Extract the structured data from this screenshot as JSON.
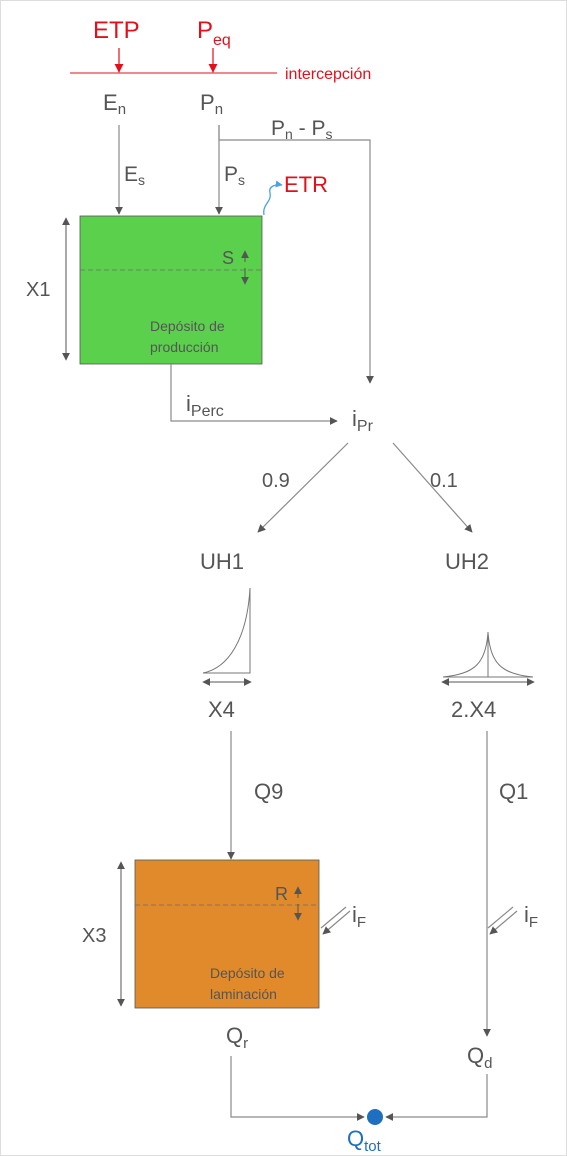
{
  "inputs": {
    "etp": "ETP",
    "peq_main": "P",
    "peq_sub": "eq"
  },
  "interception": "intercepción",
  "en": {
    "main": "E",
    "sub": "n"
  },
  "pn": {
    "main": "P",
    "sub": "n"
  },
  "pn_minus_ps": {
    "a_main": "P",
    "a_sub": "n",
    "sep": " - ",
    "b_main": "P",
    "b_sub": "s"
  },
  "es": {
    "main": "E",
    "sub": "s"
  },
  "ps": {
    "main": "P",
    "sub": "s"
  },
  "etr": "ETR",
  "production_store": {
    "x_label": "X1",
    "s_label": "S",
    "line1": "Depósito de",
    "line2": "producción",
    "color": "#5ad04c"
  },
  "perc": {
    "main": "i",
    "sub": "Perc"
  },
  "pr": {
    "main": "i",
    "sub": "Pr"
  },
  "split": {
    "left": "0.9",
    "right": "0.1"
  },
  "uh1": {
    "label": "UH1",
    "param": "X4"
  },
  "uh2": {
    "label": "UH2",
    "param": "2.X4"
  },
  "q9": "Q9",
  "q1": "Q1",
  "routing_store": {
    "x_label": "X3",
    "r_label": "R",
    "line1": "Depósito de",
    "line2": "laminación",
    "color": "#e08a2b"
  },
  "exchange": {
    "main": "i",
    "sub": "F"
  },
  "qr": {
    "main": "Q",
    "sub": "r"
  },
  "qd": {
    "main": "Q",
    "sub": "d"
  },
  "qtot": {
    "main": "Q",
    "sub": "tot"
  },
  "colors": {
    "accent_red": "#e3101b",
    "accent_blue": "#1f6fc0",
    "gray": "#555555"
  }
}
